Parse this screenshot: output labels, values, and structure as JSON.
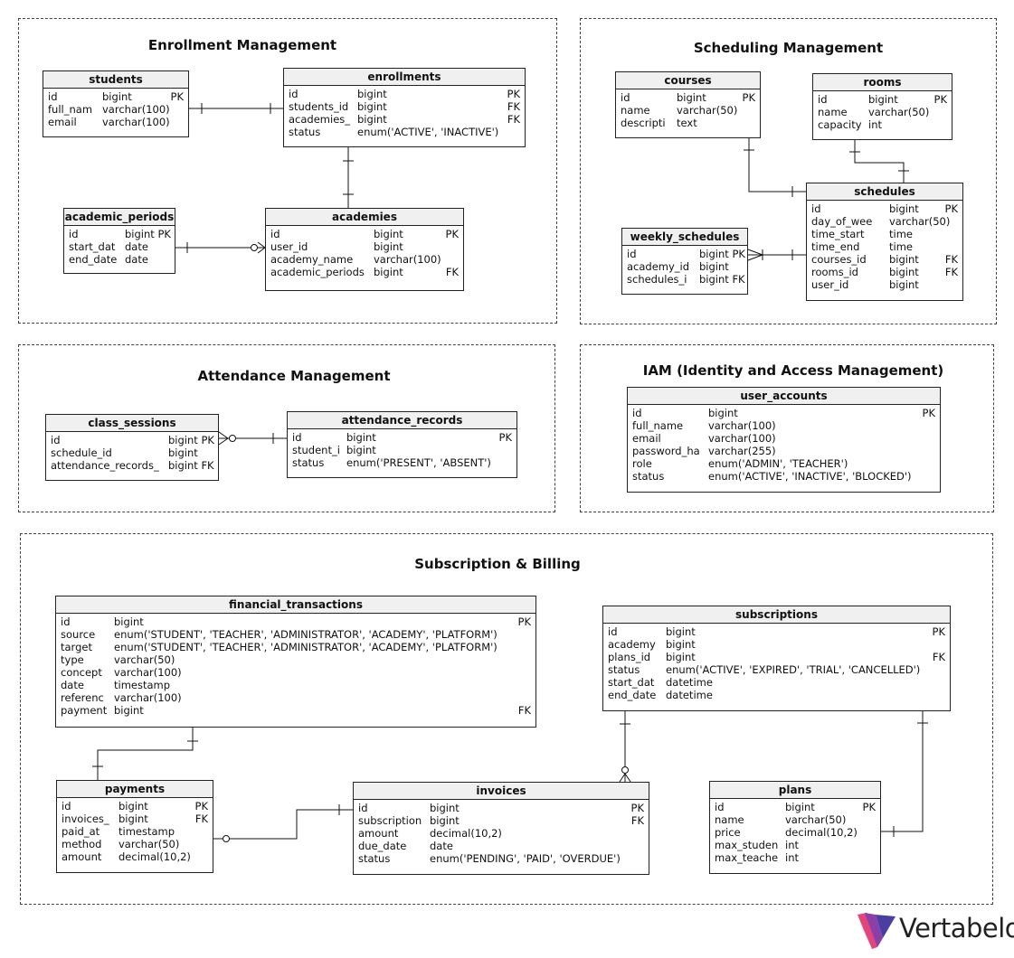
{
  "modules": {
    "enrollment": "Enrollment Management",
    "scheduling": "Scheduling Management",
    "attendance": "Attendance Management",
    "iam": "IAM (Identity and Access Management)",
    "billing": "Subscription & Billing"
  },
  "tables": {
    "students": {
      "title": "students",
      "rows": [
        {
          "name": "id",
          "type": "bigint",
          "key": "PK"
        },
        {
          "name": "full_nam",
          "type": "varchar(100)",
          "key": ""
        },
        {
          "name": "email",
          "type": "varchar(100)",
          "key": ""
        }
      ]
    },
    "enrollments": {
      "title": "enrollments",
      "rows": [
        {
          "name": "id",
          "type": "bigint",
          "key": "PK"
        },
        {
          "name": "students_id",
          "type": "bigint",
          "key": "FK"
        },
        {
          "name": "academies_",
          "type": "bigint",
          "key": "FK"
        },
        {
          "name": "status",
          "type": "enum('ACTIVE', 'INACTIVE')",
          "key": ""
        }
      ]
    },
    "academic_periods": {
      "title": "academic_periods",
      "rows": [
        {
          "name": "id",
          "type": "bigint PK",
          "key": ""
        },
        {
          "name": "start_dat",
          "type": "date",
          "key": ""
        },
        {
          "name": "end_date",
          "type": "date",
          "key": ""
        }
      ]
    },
    "academies": {
      "title": "academies",
      "rows": [
        {
          "name": "id",
          "type": "bigint",
          "key": "PK"
        },
        {
          "name": "user_id",
          "type": "bigint",
          "key": ""
        },
        {
          "name": "academy_name",
          "type": "varchar(100)",
          "key": ""
        },
        {
          "name": "academic_periods",
          "type": "bigint",
          "key": "FK"
        }
      ]
    },
    "courses": {
      "title": "courses",
      "rows": [
        {
          "name": "id",
          "type": "bigint",
          "key": "PK"
        },
        {
          "name": "name",
          "type": "varchar(50)",
          "key": ""
        },
        {
          "name": "descripti",
          "type": "text",
          "key": ""
        }
      ]
    },
    "rooms": {
      "title": "rooms",
      "rows": [
        {
          "name": "id",
          "type": "bigint",
          "key": "PK"
        },
        {
          "name": "name",
          "type": "varchar(50)",
          "key": ""
        },
        {
          "name": "capacity",
          "type": "int",
          "key": ""
        }
      ]
    },
    "schedules": {
      "title": "schedules",
      "rows": [
        {
          "name": "id",
          "type": "bigint",
          "key": "PK"
        },
        {
          "name": "day_of_wee",
          "type": "varchar(50)",
          "key": ""
        },
        {
          "name": "time_start",
          "type": "time",
          "key": ""
        },
        {
          "name": "time_end",
          "type": "time",
          "key": ""
        },
        {
          "name": "courses_id",
          "type": "bigint",
          "key": "FK"
        },
        {
          "name": "rooms_id",
          "type": "bigint",
          "key": "FK"
        },
        {
          "name": "user_id",
          "type": "bigint",
          "key": ""
        }
      ]
    },
    "weekly_schedules": {
      "title": "weekly_schedules",
      "rows": [
        {
          "name": "id",
          "type": "bigint PK",
          "key": ""
        },
        {
          "name": "academy_id",
          "type": "bigint",
          "key": ""
        },
        {
          "name": "schedules_i",
          "type": "bigint FK",
          "key": ""
        }
      ]
    },
    "class_sessions": {
      "title": "class_sessions",
      "rows": [
        {
          "name": "id",
          "type": "bigint PK",
          "key": ""
        },
        {
          "name": "schedule_id",
          "type": "bigint",
          "key": ""
        },
        {
          "name": "attendance_records_",
          "type": "bigint FK",
          "key": ""
        }
      ]
    },
    "attendance_records": {
      "title": "attendance_records",
      "rows": [
        {
          "name": "id",
          "type": "bigint",
          "key": "PK"
        },
        {
          "name": "student_i",
          "type": "bigint",
          "key": ""
        },
        {
          "name": "status",
          "type": "enum('PRESENT', 'ABSENT')",
          "key": ""
        }
      ]
    },
    "user_accounts": {
      "title": "user_accounts",
      "rows": [
        {
          "name": "id",
          "type": "bigint",
          "key": "PK"
        },
        {
          "name": "full_name",
          "type": "varchar(100)",
          "key": ""
        },
        {
          "name": "email",
          "type": "varchar(100)",
          "key": ""
        },
        {
          "name": "password_ha",
          "type": "varchar(255)",
          "key": ""
        },
        {
          "name": "role",
          "type": "enum('ADMIN', 'TEACHER')",
          "key": ""
        },
        {
          "name": "status",
          "type": "enum('ACTIVE', 'INACTIVE', 'BLOCKED')",
          "key": ""
        }
      ]
    },
    "financial_transactions": {
      "title": "financial_transactions",
      "rows": [
        {
          "name": "id",
          "type": "bigint",
          "key": "PK"
        },
        {
          "name": "source",
          "type": "enum('STUDENT', 'TEACHER', 'ADMINISTRATOR', 'ACADEMY', 'PLATFORM')",
          "key": ""
        },
        {
          "name": "target",
          "type": "enum('STUDENT', 'TEACHER', 'ADMINISTRATOR', 'ACADEMY', 'PLATFORM')",
          "key": ""
        },
        {
          "name": "type",
          "type": "varchar(50)",
          "key": ""
        },
        {
          "name": "concept",
          "type": "varchar(100)",
          "key": ""
        },
        {
          "name": "date",
          "type": "timestamp",
          "key": ""
        },
        {
          "name": "referenc",
          "type": "varchar(100)",
          "key": ""
        },
        {
          "name": "payment",
          "type": "bigint",
          "key": "FK"
        }
      ]
    },
    "subscriptions": {
      "title": "subscriptions",
      "rows": [
        {
          "name": "id",
          "type": "bigint",
          "key": "PK"
        },
        {
          "name": "academy",
          "type": "bigint",
          "key": ""
        },
        {
          "name": "plans_id",
          "type": "bigint",
          "key": "FK"
        },
        {
          "name": "status",
          "type": "enum('ACTIVE', 'EXPIRED', 'TRIAL', 'CANCELLED')",
          "key": ""
        },
        {
          "name": "start_dat",
          "type": "datetime",
          "key": ""
        },
        {
          "name": "end_date",
          "type": "datetime",
          "key": ""
        }
      ]
    },
    "payments": {
      "title": "payments",
      "rows": [
        {
          "name": "id",
          "type": "bigint",
          "key": "PK"
        },
        {
          "name": "invoices_",
          "type": "bigint",
          "key": "FK"
        },
        {
          "name": "paid_at",
          "type": "timestamp",
          "key": ""
        },
        {
          "name": "method",
          "type": "varchar(50)",
          "key": ""
        },
        {
          "name": "amount",
          "type": "decimal(10,2)",
          "key": ""
        }
      ]
    },
    "invoices": {
      "title": "invoices",
      "rows": [
        {
          "name": "id",
          "type": "bigint",
          "key": "PK"
        },
        {
          "name": "subscription",
          "type": "bigint",
          "key": "FK"
        },
        {
          "name": "amount",
          "type": "decimal(10,2)",
          "key": ""
        },
        {
          "name": "due_date",
          "type": "date",
          "key": ""
        },
        {
          "name": "status",
          "type": "enum('PENDING', 'PAID', 'OVERDUE')",
          "key": ""
        }
      ]
    },
    "plans": {
      "title": "plans",
      "rows": [
        {
          "name": "id",
          "type": "bigint",
          "key": "PK"
        },
        {
          "name": "name",
          "type": "varchar(50)",
          "key": ""
        },
        {
          "name": "price",
          "type": "decimal(10,2)",
          "key": ""
        },
        {
          "name": "max_studen",
          "type": "int",
          "key": ""
        },
        {
          "name": "max_teache",
          "type": "int",
          "key": ""
        }
      ]
    }
  },
  "branding": {
    "logo_text": "Vertabelo"
  }
}
